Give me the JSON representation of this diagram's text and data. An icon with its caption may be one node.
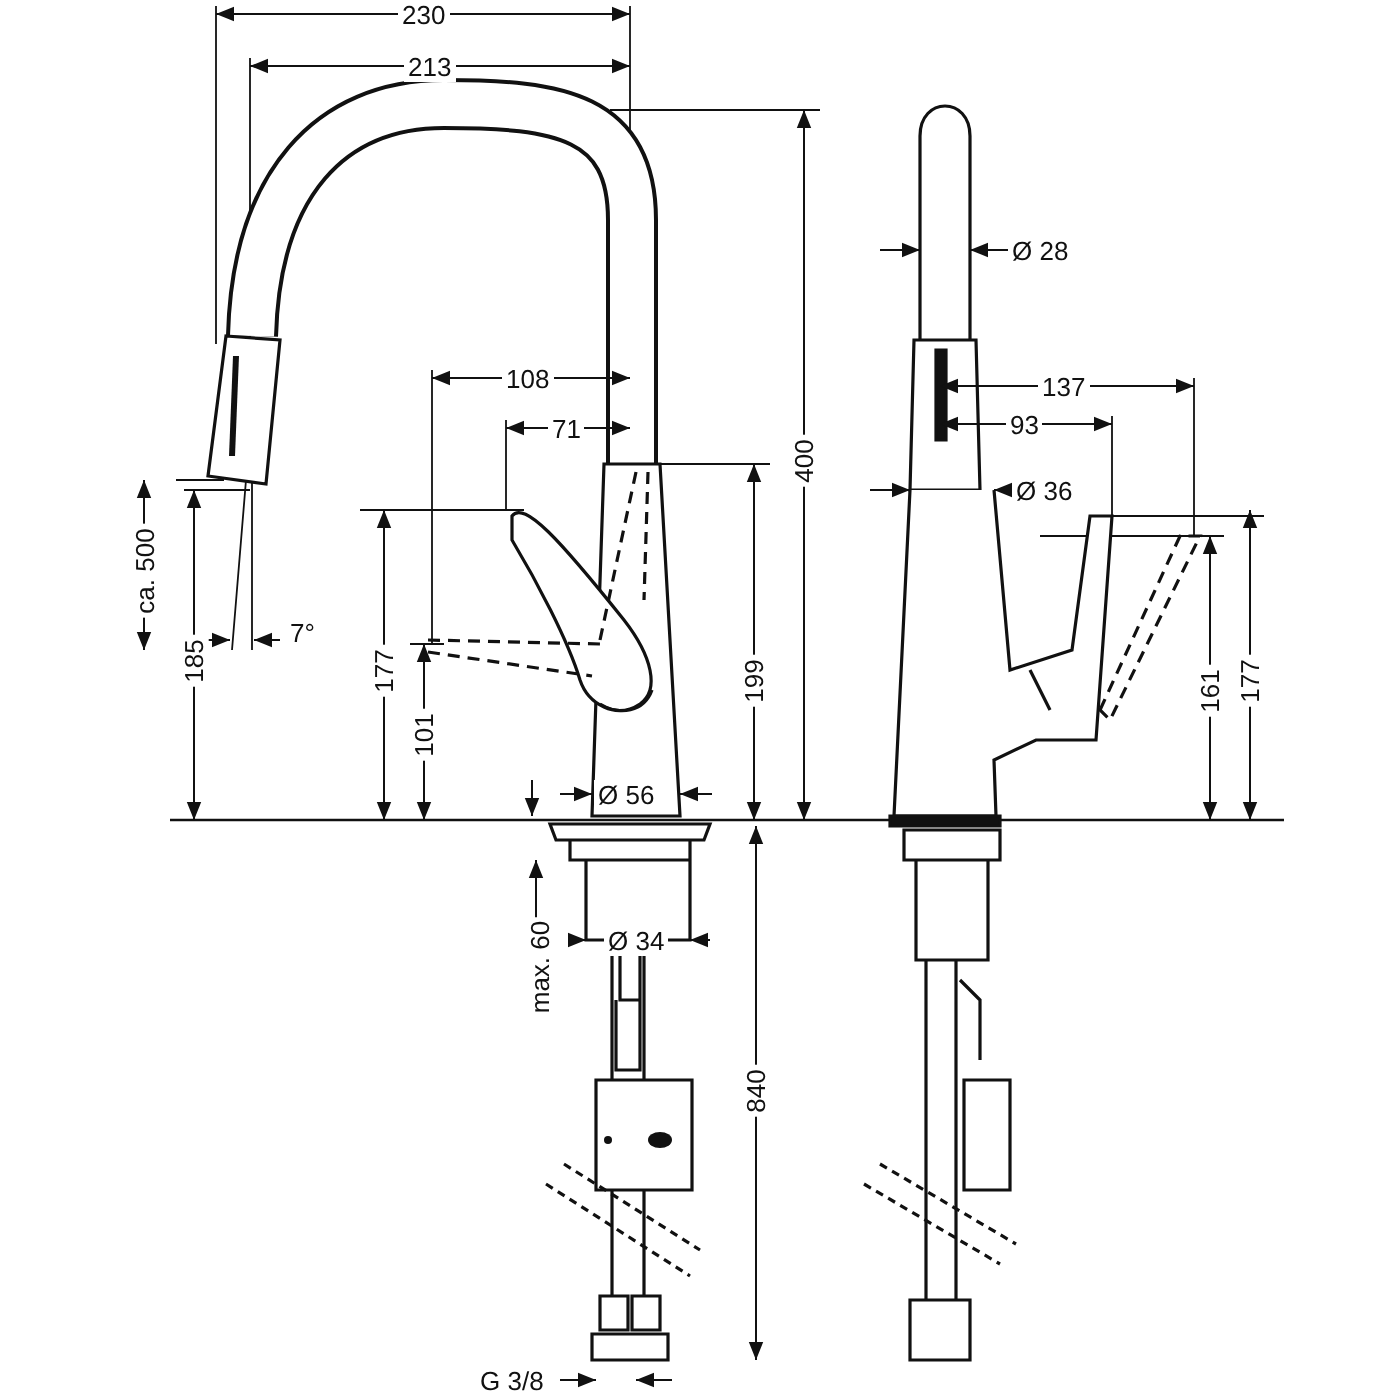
{
  "diagram": {
    "labels": [
      "230",
      "213",
      "400",
      "108",
      "Ø 28",
      "137",
      "71",
      "93",
      "Ø 36",
      "ca. 500",
      "7°",
      "185",
      "177",
      "199",
      "161",
      "177",
      "101",
      "Ø 56",
      "max. 60",
      "Ø 34",
      "840",
      "G 3/8"
    ]
  }
}
